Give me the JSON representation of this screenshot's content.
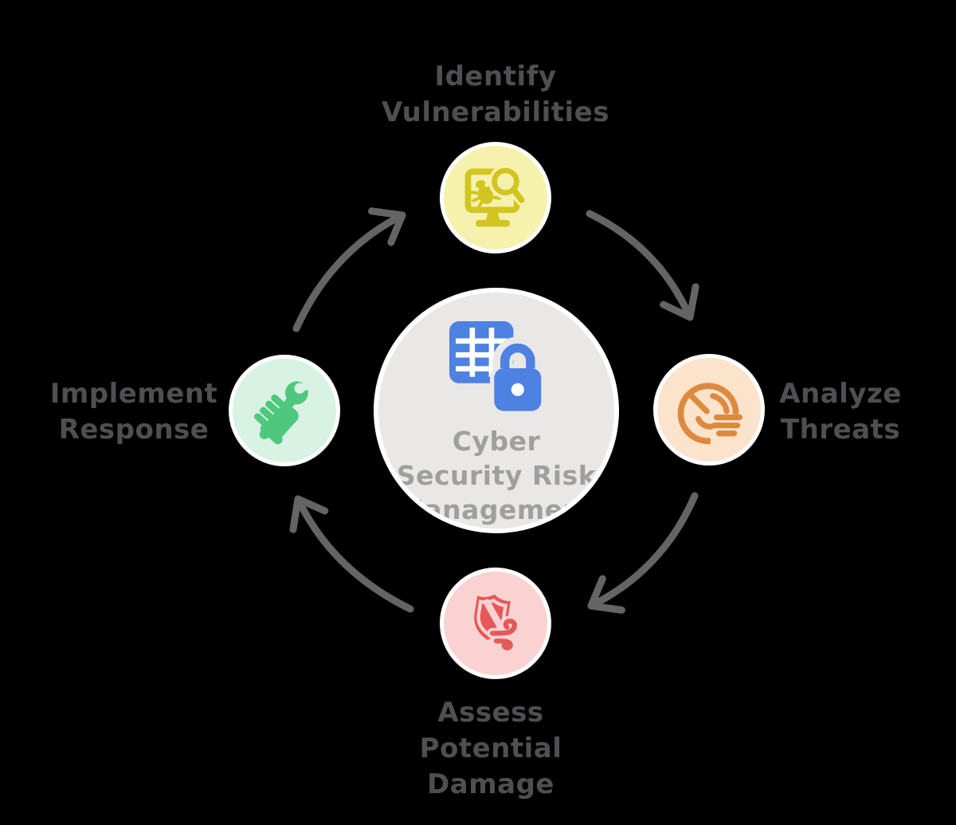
{
  "diagram": {
    "background_color": "#000000",
    "ring_color": "#ffffff",
    "label_text_color": "#4f4f52",
    "flow": {
      "direction": "clockwise",
      "arrow_count": 4,
      "arrow_color": "#646464"
    },
    "center": {
      "label": "Cyber\nSecurity Risk\nManagement",
      "icon": "secure-data-table-lock-icon",
      "circle_color": "#e9e8e6",
      "icon_color": "#4d81e2",
      "text_color": "#9f9f9f"
    },
    "nodes": [
      {
        "id": "identify-vulnerabilities",
        "position": "top",
        "label": "Identify\nVulnerabilities",
        "icon": "monitor-bug-scan-icon",
        "circle_color": "#f6f1ac",
        "icon_color": "#d2c521"
      },
      {
        "id": "analyze-threats",
        "position": "right",
        "label": "Analyze\nThreats",
        "icon": "threat-radar-analysis-icon",
        "circle_color": "#fbe3cc",
        "icon_color": "#dd8a3e"
      },
      {
        "id": "assess-potential-damage",
        "position": "bottom",
        "label": "Assess\nPotential\nDamage",
        "icon": "breached-shield-wind-icon",
        "circle_color": "#fbd2d2",
        "icon_color": "#e45858"
      },
      {
        "id": "implement-response",
        "position": "left",
        "label": "Implement\nResponse",
        "icon": "fist-holding-wrench-icon",
        "circle_color": "#d8f2e3",
        "icon_color": "#4ec87d"
      }
    ]
  }
}
